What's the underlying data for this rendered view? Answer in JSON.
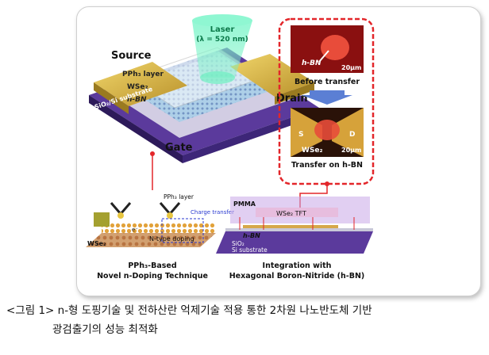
{
  "main": {
    "laser": {
      "line1": "Laser",
      "line2": "(λ = 520 nm)"
    },
    "source": "Source",
    "drain": "Drain",
    "gate": "Gate",
    "layers": {
      "pph3": "PPh₃ layer",
      "wse2": "WSe₂",
      "hbn": "h-BN",
      "substrate": "SiO₂/Si substrate"
    }
  },
  "transfer": {
    "before": {
      "label": "h-BN",
      "scale": "20μm",
      "caption": "Before transfer"
    },
    "after": {
      "s": "S",
      "d": "D",
      "label": "WSe₂",
      "scale": "20μm",
      "caption": "Transfer on h-BN"
    }
  },
  "doping": {
    "pph3_layer": "PPh₃ layer",
    "charge_transfer": "Charge transfer",
    "electron": "e⁻",
    "ntype": "N-type doping",
    "wse2": "WSe₂",
    "caption1": "PPh₃-Based",
    "caption2": "Novel n-Doping Technique"
  },
  "integration": {
    "pmma": "PMMA",
    "wse2_tft": "WSe₂ TFT",
    "hbn": "h-BN",
    "sio2": "SiO₂",
    "si": "Si substrate",
    "caption1": "Integration with",
    "caption2": "Hexagonal Boron-Nitride (h-BN)"
  },
  "caption": {
    "line1": "<그림 1> n-형 도핑기술 및 전하산란 억제기술 적용 통한 2차원 나노반도체 기반",
    "line2": "광검출기의 성능 최적화"
  },
  "colors": {
    "accent_red": "#e3262a",
    "laser_green": "#6ef0c0",
    "substrate_purple": "#4a2a8a",
    "electrode_gold": "#d6b13a"
  }
}
